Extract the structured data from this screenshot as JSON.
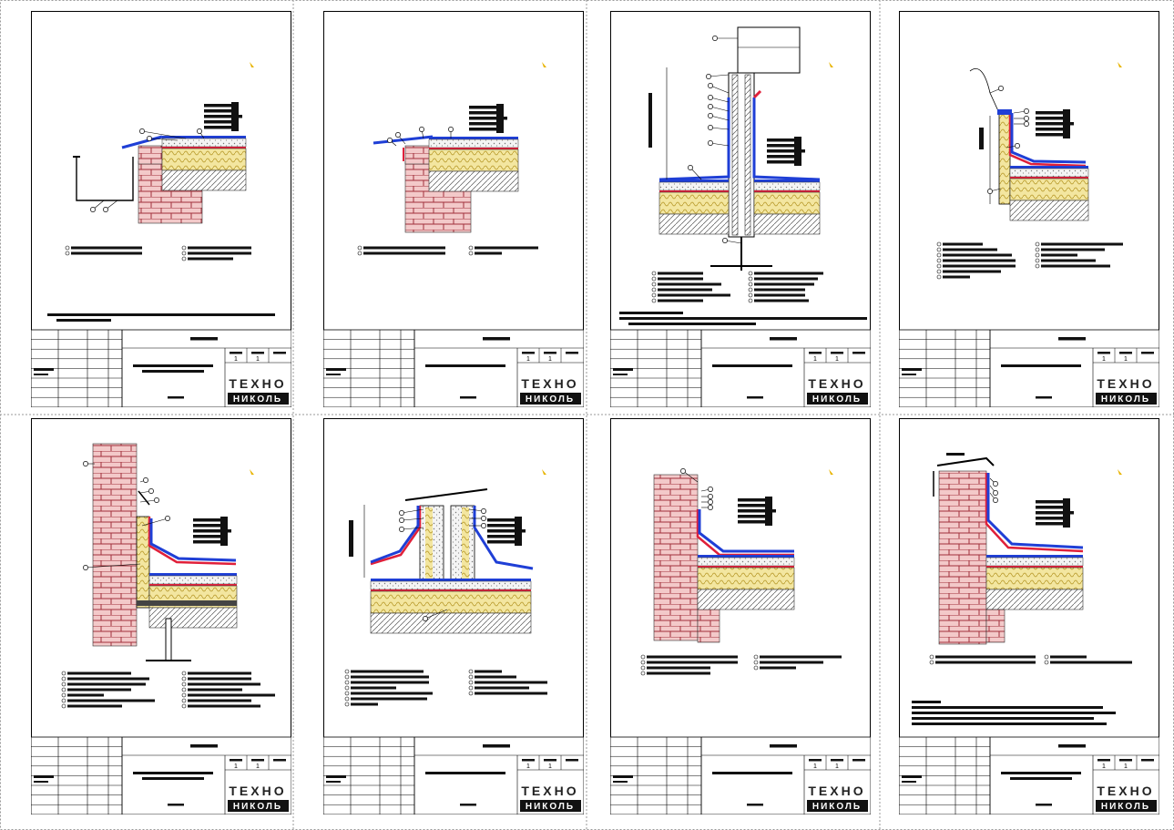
{
  "document": {
    "sheets": [
      {
        "id": "s1",
        "title_block": {
          "header": "",
          "caption": "",
          "sheet_label": ""
        },
        "logo": {
          "top": "ТЕХНО",
          "bottom": "НИКОЛЬ"
        },
        "sheet_numbers": [
          "1",
          "1"
        ]
      },
      {
        "id": "s2",
        "title_block": {
          "header": "",
          "caption": "",
          "sheet_label": ""
        },
        "logo": {
          "top": "ТЕХНО",
          "bottom": "НИКОЛЬ"
        },
        "sheet_numbers": [
          "1",
          "1"
        ]
      },
      {
        "id": "s3",
        "title_block": {
          "header": "",
          "caption": "",
          "sheet_label": ""
        },
        "logo": {
          "top": "ТЕХНО",
          "bottom": "НИКОЛЬ"
        },
        "sheet_numbers": [
          "1",
          "1"
        ]
      },
      {
        "id": "s4",
        "title_block": {
          "header": "",
          "caption": "",
          "sheet_label": ""
        },
        "logo": {
          "top": "ТЕХНО",
          "bottom": "НИКОЛЬ"
        },
        "sheet_numbers": [
          "1",
          "1"
        ]
      },
      {
        "id": "s5",
        "title_block": {
          "header": "",
          "caption": "",
          "sheet_label": ""
        },
        "logo": {
          "top": "ТЕХНО",
          "bottom": "НИКОЛЬ"
        },
        "sheet_numbers": [
          "1",
          "1"
        ]
      },
      {
        "id": "s6",
        "title_block": {
          "header": "",
          "caption": "",
          "sheet_label": ""
        },
        "logo": {
          "top": "ТЕХНО",
          "bottom": "НИКОЛЬ"
        },
        "sheet_numbers": [
          "1",
          "1"
        ]
      },
      {
        "id": "s7",
        "title_block": {
          "header": "",
          "caption": "",
          "sheet_label": ""
        },
        "logo": {
          "top": "ТЕХНО",
          "bottom": "НИКОЛЬ"
        },
        "sheet_numbers": [
          "1",
          "1"
        ]
      },
      {
        "id": "s8",
        "title_block": {
          "header": "",
          "caption": "",
          "sheet_label": ""
        },
        "logo": {
          "top": "ТЕХНО",
          "bottom": "НИКОЛЬ"
        },
        "sheet_numbers": [
          "1",
          "1"
        ]
      }
    ],
    "colors": {
      "membrane": "#1f3fd6",
      "vapor": "#e0203a",
      "insulation": "#f3e6a0",
      "insulation_hatch": "#b89a2a",
      "brick": "#f3c9c9",
      "brick_line": "#a0303a",
      "gravel": "#e8e8e8",
      "concrete": "#ffffff",
      "steel": "#222222"
    }
  }
}
